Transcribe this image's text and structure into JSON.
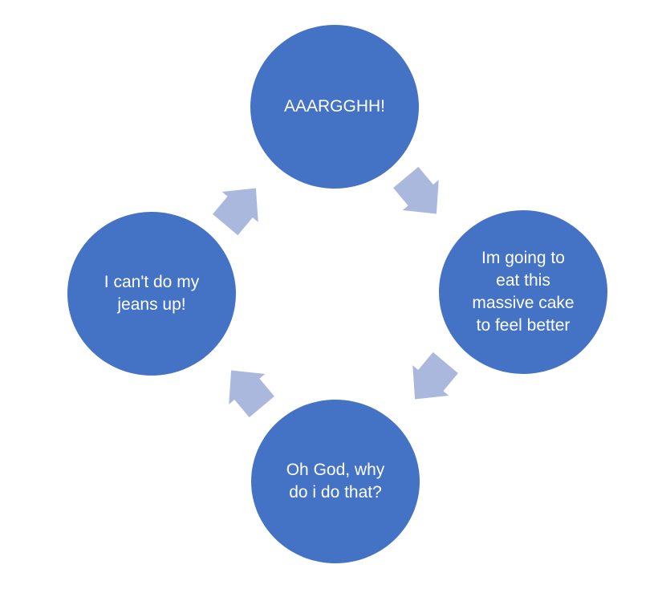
{
  "diagram": {
    "type": "cycle",
    "background_color": "#ffffff",
    "node_color": "#4472c4",
    "arrow_color": "#a9b8dc",
    "text_color": "#ffffff",
    "nodes": [
      {
        "id": "top",
        "label": "AAARGGHH!",
        "lines": [
          "AAARGGHH!"
        ]
      },
      {
        "id": "right",
        "label": "Im going to eat this massive cake to feel better",
        "lines": [
          "Im going to",
          "eat this",
          "massive cake",
          "to feel better"
        ]
      },
      {
        "id": "bottom",
        "label": "Oh God, why do i do that?",
        "lines": [
          "Oh God, why",
          "do i do that?"
        ]
      },
      {
        "id": "left",
        "label": "I can't do my jeans up!",
        "lines": [
          "I can't do my",
          "jeans up!"
        ]
      }
    ],
    "arrows": [
      {
        "from": "top",
        "to": "right"
      },
      {
        "from": "right",
        "to": "bottom"
      },
      {
        "from": "bottom",
        "to": "left"
      },
      {
        "from": "left",
        "to": "top"
      }
    ]
  }
}
